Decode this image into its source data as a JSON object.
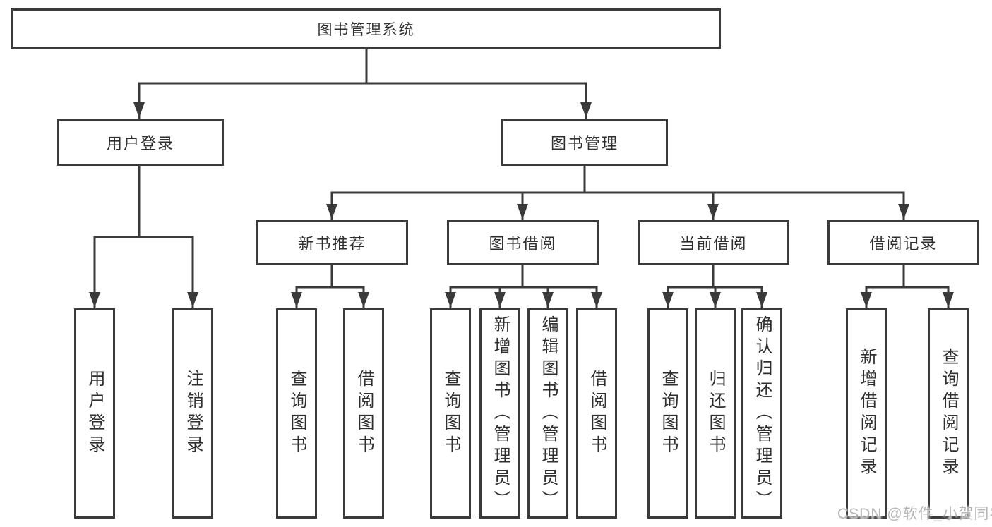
{
  "nodes": {
    "root": "图书管理系统",
    "level2": [
      "用户登录",
      "图书管理"
    ],
    "level3": [
      "新书推荐",
      "图书借阅",
      "当前借阅",
      "借阅记录"
    ],
    "login_children": [
      "用户登录",
      "注销登录"
    ],
    "newbook_children": [
      "查询图书",
      "借阅图书"
    ],
    "borrow_children": [
      "查询图书",
      "新增图书（管理员）",
      "编辑图书（管理员）",
      "借阅图书"
    ],
    "current_children": [
      "查询图书",
      "归还图书",
      "确认归还（管理员）"
    ],
    "records_children": [
      "新增借阅记录",
      "查询借阅记录"
    ]
  },
  "watermark": "CSDN @软件_小贺同学",
  "colors": {
    "line": "#3a3a3a",
    "text": "#2f2f2f",
    "watermark": "#b5b5b5",
    "background": "#ffffff"
  }
}
